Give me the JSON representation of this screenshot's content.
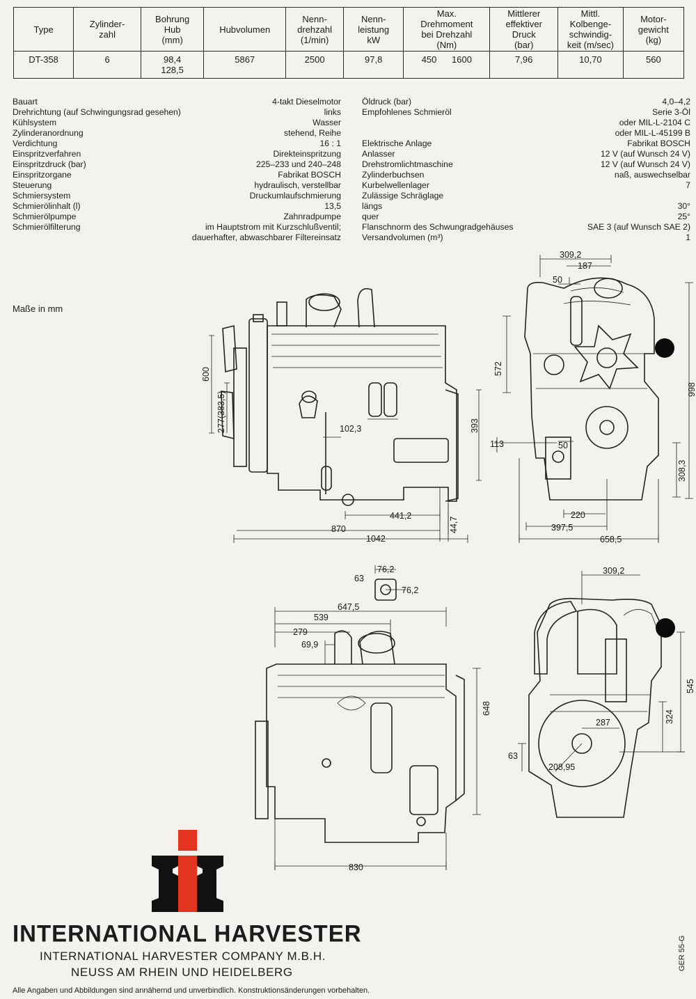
{
  "spec_table": {
    "headers": [
      "Type",
      "Zylinder-\nzahl",
      "Bohrung\nHub\n(mm)",
      "Hubvolumen",
      "Nenn-\ndrehzahl\n(1/min)",
      "Nenn-\nleistung\nkW",
      "Max.\nDrehmoment\nbei Drehzahl\n(Nm)",
      "Mittlerer\neffektiver\nDruck\n(bar)",
      "Mittl.\nKolbenge-\nschwindig-\nkeit (m/sec)",
      "Motor-\ngewicht\n(kg)"
    ],
    "row": [
      "DT-358",
      "6",
      "98,4\n128,5",
      "5867",
      "2500",
      "97,8",
      "450      1600",
      "7,96",
      "10,70",
      "560"
    ]
  },
  "specs_left": [
    {
      "label": "Bauart",
      "value": "4-takt Dieselmotor"
    },
    {
      "label": "Drehrichtung (auf Schwingungsrad gesehen)",
      "value": "links"
    },
    {
      "label": "Kühlsystem",
      "value": "Wasser"
    },
    {
      "label": "Zylinderanordnung",
      "value": "stehend, Reihe"
    },
    {
      "label": "Verdichtung",
      "value": "16 : 1"
    },
    {
      "label": "Einspritzverfahren",
      "value": "Direkteinspritzung"
    },
    {
      "label": "Einspritzdruck (bar)",
      "value": "225–233 und 240–248"
    },
    {
      "label": "Einspritzorgane",
      "value": "Fabrikat BOSCH"
    },
    {
      "label": "Steuerung",
      "value": "hydraulisch, verstellbar"
    },
    {
      "label": "Schmiersystem",
      "value": "Druckumlaufschmierung"
    },
    {
      "label": "Schmierölinhalt (l)",
      "value": "13,5"
    },
    {
      "label": "Schmierölpumpe",
      "value": "Zahnradpumpe"
    },
    {
      "label": "Schmierölfilterung",
      "value": "im Hauptstrom mit Kurzschlußventil;"
    },
    {
      "label": "",
      "value": "dauerhafter, abwaschbarer Filtereinsatz"
    }
  ],
  "specs_right": [
    {
      "label": "Öldruck (bar)",
      "value": "4,0–4,2"
    },
    {
      "label": "Empfohlenes Schmieröl",
      "value": "Serie 3-Öl"
    },
    {
      "label": "",
      "value": "oder MIL-L-2104 C"
    },
    {
      "label": "",
      "value": "oder MIL-L-45199 B"
    },
    {
      "label": "Elektrische Anlage",
      "value": "Fabrikat BOSCH"
    },
    {
      "label": "Anlasser",
      "value": "12 V (auf Wunsch 24 V)"
    },
    {
      "label": "Drehstromlichtmaschine",
      "value": "12 V (auf Wunsch 24 V)"
    },
    {
      "label": "Zylinderbuchsen",
      "value": "naß, auswechselbar"
    },
    {
      "label": "Kurbelwellenlager",
      "value": "7"
    },
    {
      "label": "Zulässige Schräglage",
      "value": ""
    },
    {
      "label": "längs",
      "value": "30°"
    },
    {
      "label": "quer",
      "value": "25°"
    },
    {
      "label": "Flanschnorm des Schwungradgehäuses",
      "value": "SAE 3 (auf Wunsch SAE 2)"
    },
    {
      "label": "Versandvolumen (m³)",
      "value": "1"
    }
  ],
  "masse_label": "Maße in mm",
  "dims_side_top": {
    "d600": "600",
    "d277": "277(383,5)",
    "d1023": "102,3",
    "d393": "393",
    "d4412": "441,2",
    "d447": "44,7",
    "d870": "870",
    "d1042": "1042"
  },
  "dims_front_top": {
    "d3092": "309,2",
    "d187": "187",
    "d50a": "50",
    "d572": "572",
    "d998": "998",
    "d113": "113",
    "d50b": "50",
    "d3083": "308,3",
    "d220": "220",
    "d3975": "397,5",
    "d6585": "658,5"
  },
  "dims_small": {
    "d762a": "76,2",
    "d63": "63",
    "d762b": "76,2"
  },
  "dims_side_bottom": {
    "d6475": "647,5",
    "d539": "539",
    "d279": "279",
    "d699": "69,9",
    "d648": "648",
    "d830": "830"
  },
  "dims_front_bottom": {
    "d3092": "309,2",
    "d545": "545",
    "d287": "287",
    "d324": "324",
    "d63": "63",
    "d20895": "208,95"
  },
  "colors": {
    "logo_red": "#e2341f",
    "logo_black": "#111111",
    "paper": "#f4f2ee",
    "ink": "#1c1c1c"
  },
  "footer": {
    "brand": "INTERNATIONAL HARVESTER",
    "company": "INTERNATIONAL HARVESTER COMPANY M.B.H.",
    "location": "NEUSS AM RHEIN UND HEIDELBERG",
    "disclaimer": "Alle Angaben und Abbildungen sind annähernd und unverbindlich. Konstruktionsänderungen vorbehalten.",
    "code": "GER 55-G"
  }
}
